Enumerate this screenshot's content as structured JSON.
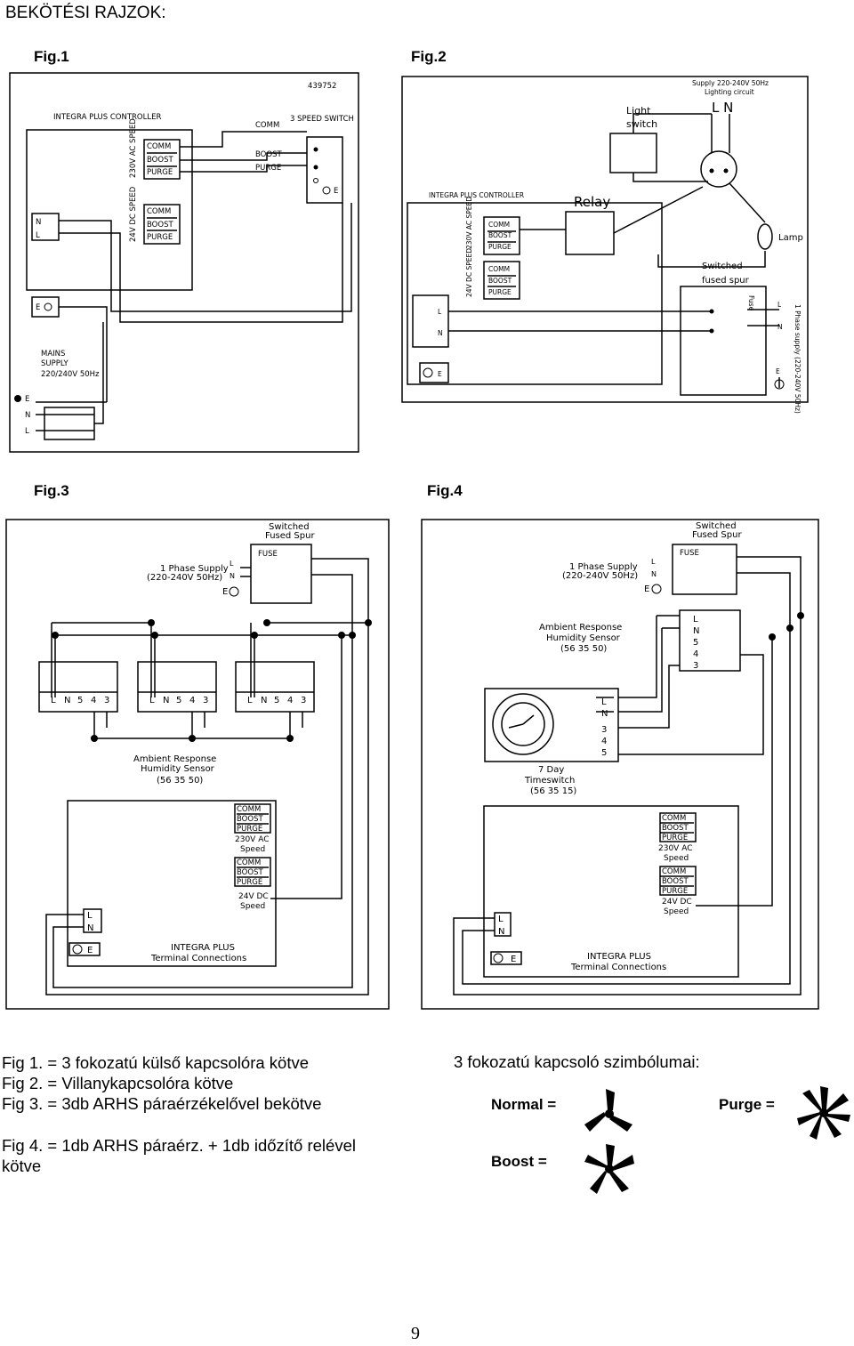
{
  "heading": "BEKÖTÉSI RAJZOK:",
  "fig1": {
    "label": "Fig.1",
    "controller": "INTEGRA PLUS CONTROLLER",
    "comm": "COMM",
    "part_no": "439752",
    "switch": "3 SPEED SWITCH",
    "ac_speed": "230V AC SPEED",
    "dc_speed": "24V DC SPEED",
    "t_comm": "COMM",
    "t_boost": "BOOST",
    "t_purge": "PURGE",
    "l": "L",
    "n": "N",
    "e": "E",
    "mains1": "MAINS",
    "mains2": "SUPPLY",
    "mains3": "220/240V 50Hz",
    "boost": "BOOST",
    "purge": "PURGE"
  },
  "fig2": {
    "label": "Fig.2",
    "supply1": "Supply 220-240V 50Hz",
    "supply2": "Lighting circuit",
    "ln": "L N",
    "light1": "Light",
    "light2": "switch",
    "controller": "INTEGRA PLUS CONTROLLER",
    "relay": "Relay",
    "lamp": "Lamp",
    "spur1": "Switched",
    "spur2": "fused spur",
    "fuse": "Fuse",
    "phase": "1 Phase supply (220-240V 50Hz)",
    "ac_speed": "230V AC SPEED",
    "dc_speed": "24V DC SPEED",
    "t_comm": "COMM",
    "t_boost": "BOOST",
    "t_purge": "PURGE",
    "l": "L",
    "n": "N",
    "e": "E"
  },
  "fig3": {
    "label": "Fig.3",
    "spur1": "Switched",
    "spur2": "Fused Spur",
    "phase1": "1 Phase Supply",
    "phase2": "(220-240V 50Hz)",
    "fuse": "FUSE",
    "sensor1": "Ambient Response",
    "sensor2": "Humidity Sensor",
    "sensor3": "(56 35 50)",
    "terminals": [
      "L",
      "N",
      "5",
      "4",
      "3"
    ],
    "t_comm": "COMM",
    "t_boost": "BOOST",
    "t_purge": "PURGE",
    "ac1": "230V AC",
    "ac2": "Speed",
    "dc1": "24V DC",
    "dc2": "Speed",
    "integra1": "INTEGRA PLUS",
    "integra2": "Terminal Connections",
    "l": "L",
    "n": "N",
    "e": "E"
  },
  "fig4": {
    "label": "Fig.4",
    "spur1": "Switched",
    "spur2": "Fused Spur",
    "phase1": "1 Phase Supply",
    "phase2": "(220-240V 50Hz)",
    "fuse": "FUSE",
    "sensor1": "Ambient Response",
    "sensor2": "Humidity Sensor",
    "sensor3": "(56 35 50)",
    "timer1": "7 Day",
    "timer2": "Timeswitch",
    "timer3": "(56 35 15)",
    "sensor_terms": [
      "L",
      "N",
      "5",
      "4",
      "3"
    ],
    "timer_terms": [
      "L",
      "N",
      "3",
      "4",
      "5"
    ],
    "t_comm": "COMM",
    "t_boost": "BOOST",
    "t_purge": "PURGE",
    "ac1": "230V AC",
    "ac2": "Speed",
    "dc1": "24V DC",
    "dc2": "Speed",
    "integra1": "INTEGRA PLUS",
    "integra2": "Terminal Connections",
    "l": "L",
    "n": "N",
    "e": "E"
  },
  "captions": {
    "fig1": "Fig 1. = 3 fokozatú külső kapcsolóra kötve",
    "fig2": "Fig 2. = Villanykapcsolóra kötve",
    "fig3": "Fig 3. = 3db ARHS páraérzékelővel bekötve",
    "fig4a": "Fig 4. = 1db ARHS páraérz. + 1db időzítő relével",
    "fig4b": "kötve"
  },
  "symbols": {
    "title": "3 fokozatú kapcsoló szimbólumai:",
    "normal": "Normal =",
    "purge": "Purge =",
    "boost": "Boost ="
  },
  "page_number": "9"
}
